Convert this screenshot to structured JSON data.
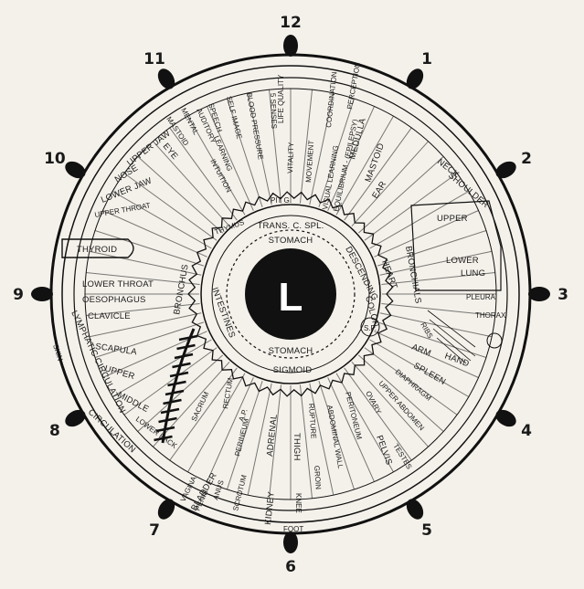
{
  "chart_label": "L",
  "clock_positions": [
    "12",
    "1",
    "2",
    "3",
    "4",
    "5",
    "6",
    "7",
    "8",
    "9",
    "10",
    "11"
  ],
  "zones": {
    "pit": "PIT G.",
    "trans_colon": "TRANS. C. SPL.",
    "stomach_top": "STOMACH",
    "stomach_bottom": "STOMACH",
    "descending_colon": "DESCENDING",
    "colon": "COLON",
    "sigmoid": "SIGMOID",
    "sp": "S.P.",
    "thymus": "THYMUS",
    "intestines": "INTESTINES",
    "bronchus": "BRONCHUS",
    "heart": "HEART",
    "bronchials": "BRONCHIALS",
    "ribs": "RIBS",
    "thyroid": "THYROID",
    "rectum": "RECTUM",
    "ap": "A.P.",
    "upper_lung": "UPPER",
    "lower_lung_1": "LOWER",
    "lower_lung_2": "LUNG",
    "pleura": "PLEURA",
    "thorax": "THORAX",
    "shoulder": "SHOULDER",
    "neck": "NECK",
    "ear": "EAR",
    "mastoid_r": "MASTOID",
    "medulla": "MEDULLA",
    "equilibrium": "EQUILIBRIUM - (EPILEPSY)",
    "visual_learning": "VISUAL LEARNING",
    "perception": "PERCEPTION",
    "coordination": "COORDINATION",
    "movement": "MOVEMENT",
    "vitality": "VITALITY",
    "life_quality": "LIFE QUALITY",
    "senses": "5 SENSES",
    "blood_pressure": "BLOOD PRESSURE",
    "self_image": "SELF IMAGE",
    "speech": "SPEECH",
    "learning": "LEARNING",
    "auditory": "AUDITORY",
    "intuition": "INTUITION",
    "mental": "MENTAL",
    "mastoid_l": "MASTOID",
    "eye": "EYE",
    "upper_jaw": "UPPER JAW",
    "nose": "NOSE",
    "lower_jaw": "LOWER JAW",
    "upper_throat": "UPPER THROAT",
    "lower_throat": "LOWER THROAT",
    "oesophagus": "OESOPHAGUS",
    "clavicle": "CLAVICLE",
    "scapula": "SCAPULA",
    "upper_back": "UPPER",
    "middle_back": "MIDDLE",
    "lower_back": "LOWER BACK",
    "sacrum": "SACRUM",
    "lymphatic": "LYMPHATIC CIRCULATION",
    "circulation": "CIRCULATION",
    "skin": "SKIN",
    "bladder": "BLADDER",
    "vagina": "VAGINA",
    "penis": "PENIS",
    "anus": "ANUS",
    "scrotum": "SCROTUM",
    "perineum": "PERINEUM",
    "kidney": "KIDNEY",
    "adrenal": "ADRENAL",
    "thigh": "THIGH",
    "knee": "KNEE",
    "foot": "FOOT",
    "groin": "GROIN",
    "rupture": "RUPTURE",
    "abdominal_wall": "ABDOMINAL WALL",
    "peritoneum": "PERITONEUM",
    "pelvis": "PELVIS",
    "ovary": "OVARY",
    "testes": "TESTES",
    "upper_abdomen": "UPPER ABDOMEN",
    "diaphragm": "DIAPHRAGM",
    "spleen": "SPLEEN",
    "arm": "ARM",
    "hand": "HAND"
  }
}
